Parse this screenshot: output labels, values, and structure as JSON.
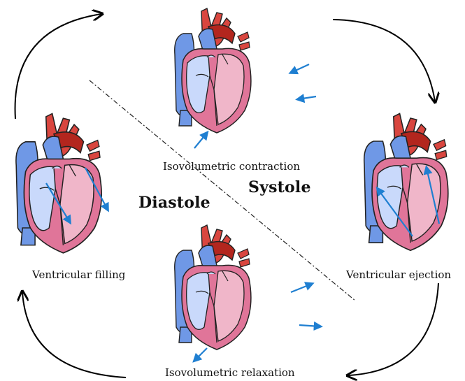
{
  "phases": {
    "isovolumetric_contraction": "Isovolumetric contraction",
    "ventricular_ejection": "Ventricular ejection",
    "isovolumetric_relaxation": "Isovolumetric relaxation",
    "ventricular_filling": "Ventricular filling"
  },
  "periods": {
    "systole": "Systole",
    "diastole": "Diastole"
  },
  "colors": {
    "oxygenated_red": "#d9463f",
    "aorta_dark_red": "#b3261e",
    "deoxygenated_blue": "#6f98e6",
    "left_chamber_pink": "#f0b6c9",
    "myocardium_pink": "#e07599",
    "right_chamber_blue": "#c9d9fb",
    "flow_arrow_blue": "#1f7fd1",
    "cycle_arrow": "#000000"
  },
  "icons": [
    "heart-icon",
    "flow-arrow-icon",
    "cycle-arrow-icon"
  ]
}
